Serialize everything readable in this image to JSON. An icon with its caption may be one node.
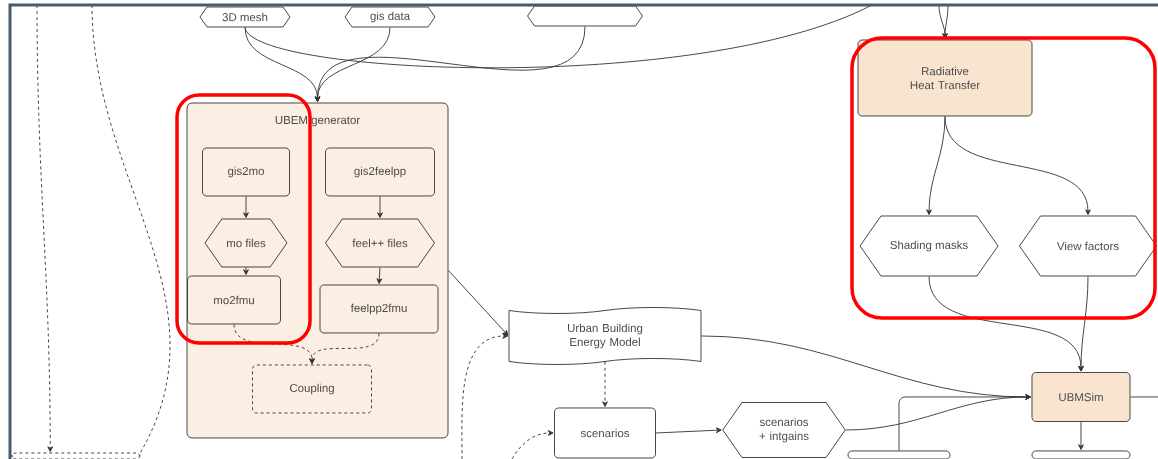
{
  "diagram": {
    "nodes": [
      {
        "text": [
          "3D mesh"
        ]
      },
      {
        "text": [
          "gis data"
        ]
      },
      {
        "text": [],
        "shape": "hexagon"
      },
      {
        "text": [
          "UBEM generator"
        ]
      },
      {
        "text": [
          "gis2mo"
        ],
        "in": 3
      },
      {
        "text": [
          "gis2feelpp"
        ],
        "in": 3
      },
      {
        "text": [
          "mo files"
        ],
        "in": 3
      },
      {
        "text": [
          "feel++ files"
        ],
        "in": 3
      },
      {
        "text": [
          "mo2fmu"
        ],
        "in": 3
      },
      {
        "text": [
          "feelpp2fmu"
        ],
        "in": 3
      },
      {
        "text": [
          "Coupling"
        ],
        "in": 3
      },
      {
        "text": [
          "Radiative Heat Transfer"
        ]
      },
      {
        "text": [
          "Shading masks"
        ]
      },
      {
        "text": [
          "View factors"
        ]
      },
      {
        "text": [
          "Urban Building Energy Model"
        ]
      },
      {
        "text": [
          "scenarios"
        ]
      },
      {
        "text": [
          "scenarios + intgains"
        ]
      },
      {
        "text": [
          "UBMSim"
        ]
      },
      {
        "text": [],
        "shape": "box"
      },
      {
        "text": [],
        "shape": "box"
      },
      {
        "text": [],
        "shape": "box"
      }
    ],
    "edges": [
      {
        "from": 0,
        "to": 3,
        "arrow": "to"
      },
      {
        "from": 1,
        "to": 3,
        "arrow": "to"
      },
      {
        "from": 2,
        "to": 3,
        "arrow": "to"
      },
      {
        "from": 0,
        "to": null,
        "arrow": "none"
      },
      {
        "from": null,
        "to": 11,
        "arrow": "to"
      },
      {
        "from": null,
        "to": 11,
        "arrow": "to"
      },
      {
        "from": 4,
        "to": 6,
        "arrow": "to"
      },
      {
        "from": 6,
        "to": 8,
        "arrow": "to"
      },
      {
        "from": 5,
        "to": 7,
        "arrow": "to"
      },
      {
        "from": 7,
        "to": 9,
        "arrow": "to"
      },
      {
        "from": 8,
        "to": 10,
        "arrow": "to",
        "style": "dashed"
      },
      {
        "from": 9,
        "to": 10,
        "arrow": "to",
        "style": "dashed"
      },
      {
        "from": 3,
        "to": 14,
        "arrow": "to"
      },
      {
        "from": null,
        "to": 14,
        "arrow": "to",
        "style": "dashed"
      },
      {
        "from": 14,
        "to": 15,
        "arrow": "to",
        "style": "dashed"
      },
      {
        "from": null,
        "to": 15,
        "arrow": "to",
        "style": "dashed"
      },
      {
        "from": 15,
        "to": 16,
        "arrow": "to"
      },
      {
        "from": 14,
        "to": 17,
        "arrow": "to"
      },
      {
        "from": 16,
        "to": 17,
        "arrow": "to"
      },
      {
        "from": 19,
        "to": 17,
        "arrow": "to"
      },
      {
        "from": 11,
        "to": 12,
        "arrow": "to"
      },
      {
        "from": 11,
        "to": 13,
        "arrow": "to"
      },
      {
        "from": 12,
        "to": 17,
        "arrow": "to"
      },
      {
        "from": 13,
        "to": 17,
        "arrow": "to"
      },
      {
        "from": 17,
        "to": 20,
        "arrow": "to"
      },
      {
        "from": 17,
        "to": null,
        "arrow": "none"
      },
      {
        "from": null,
        "to": 18,
        "arrow": "to",
        "style": "dashed"
      },
      {
        "from": null,
        "to": 18,
        "arrow": "none",
        "style": "dashed"
      }
    ]
  }
}
